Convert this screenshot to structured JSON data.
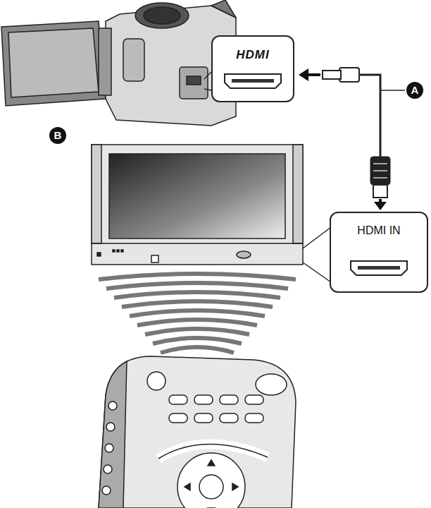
{
  "diagram": {
    "nodes": [
      {
        "text": [
          "HDMI"
        ]
      },
      {
        "text": [
          "HDMI IN"
        ]
      }
    ],
    "labels": [
      "A",
      "B"
    ]
  }
}
